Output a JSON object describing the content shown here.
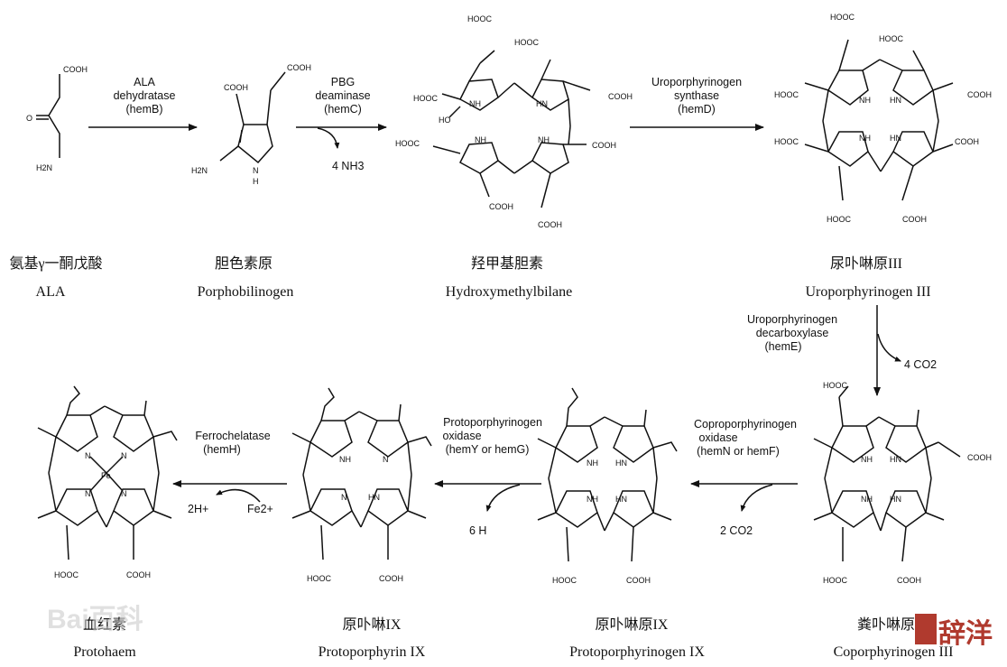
{
  "colors": {
    "ink": "#111111",
    "watermark": "#c8c8c8",
    "badge": "#b03a2e"
  },
  "steps_top": [
    {
      "enzyme": [
        "ALA",
        "dehydratase",
        "(hemB)"
      ]
    },
    {
      "enzyme": [
        "PBG",
        "deaminase",
        "(hemC)"
      ],
      "byproduct": "4 NH3"
    },
    {
      "enzyme": [
        "Uroporphyrinogen",
        "synthase",
        "(hemD)"
      ]
    }
  ],
  "step_down": {
    "enzyme": [
      "Uroporphyrinogen",
      "decarboxylase",
      "(hemE)"
    ],
    "byproduct": "4 CO2"
  },
  "steps_bottom": [
    {
      "enzyme": [
        "Coproporphyrinogen",
        "oxidase",
        "(hemN or hemF)"
      ],
      "byproduct": "2 CO2"
    },
    {
      "enzyme": [
        "Protoporphyrinogen",
        "oxidase",
        "(hemY or hemG)"
      ],
      "byproduct": "6 H"
    },
    {
      "enzyme": [
        "Ferrochelatase",
        "(hemH)"
      ],
      "product_ion": "2H+",
      "reactant_ion": "Fe2+"
    }
  ],
  "compounds": [
    {
      "zh": "氨基γ一酮戊酸",
      "en": "ALA"
    },
    {
      "zh": "胆色素原",
      "en": "Porphobilinogen"
    },
    {
      "zh": "羟甲基胆素",
      "en": "Hydroxymethylbilane"
    },
    {
      "zh": "尿卟啉原III",
      "en": "Uroporphyrinogen III"
    },
    {
      "zh": "粪卟啉原",
      "en": "Coporphyrinogen III"
    },
    {
      "zh": "原卟啉原IX",
      "en": "Protoporphyrinogen IX"
    },
    {
      "zh": "原卟啉IX",
      "en": "Protoporphyrin IX"
    },
    {
      "zh": "血红素",
      "en": "Protohaem"
    }
  ],
  "atoms": {
    "cooh": "COOH",
    "hooc": "HOOC",
    "o": "O",
    "h2n": "H2N",
    "nh": "NH",
    "hn": "HN",
    "n": "N",
    "h": "H",
    "ho": "HO",
    "fe": "Fe"
  },
  "watermark": {
    "left": "Bai百科",
    "right": "辞洋"
  }
}
